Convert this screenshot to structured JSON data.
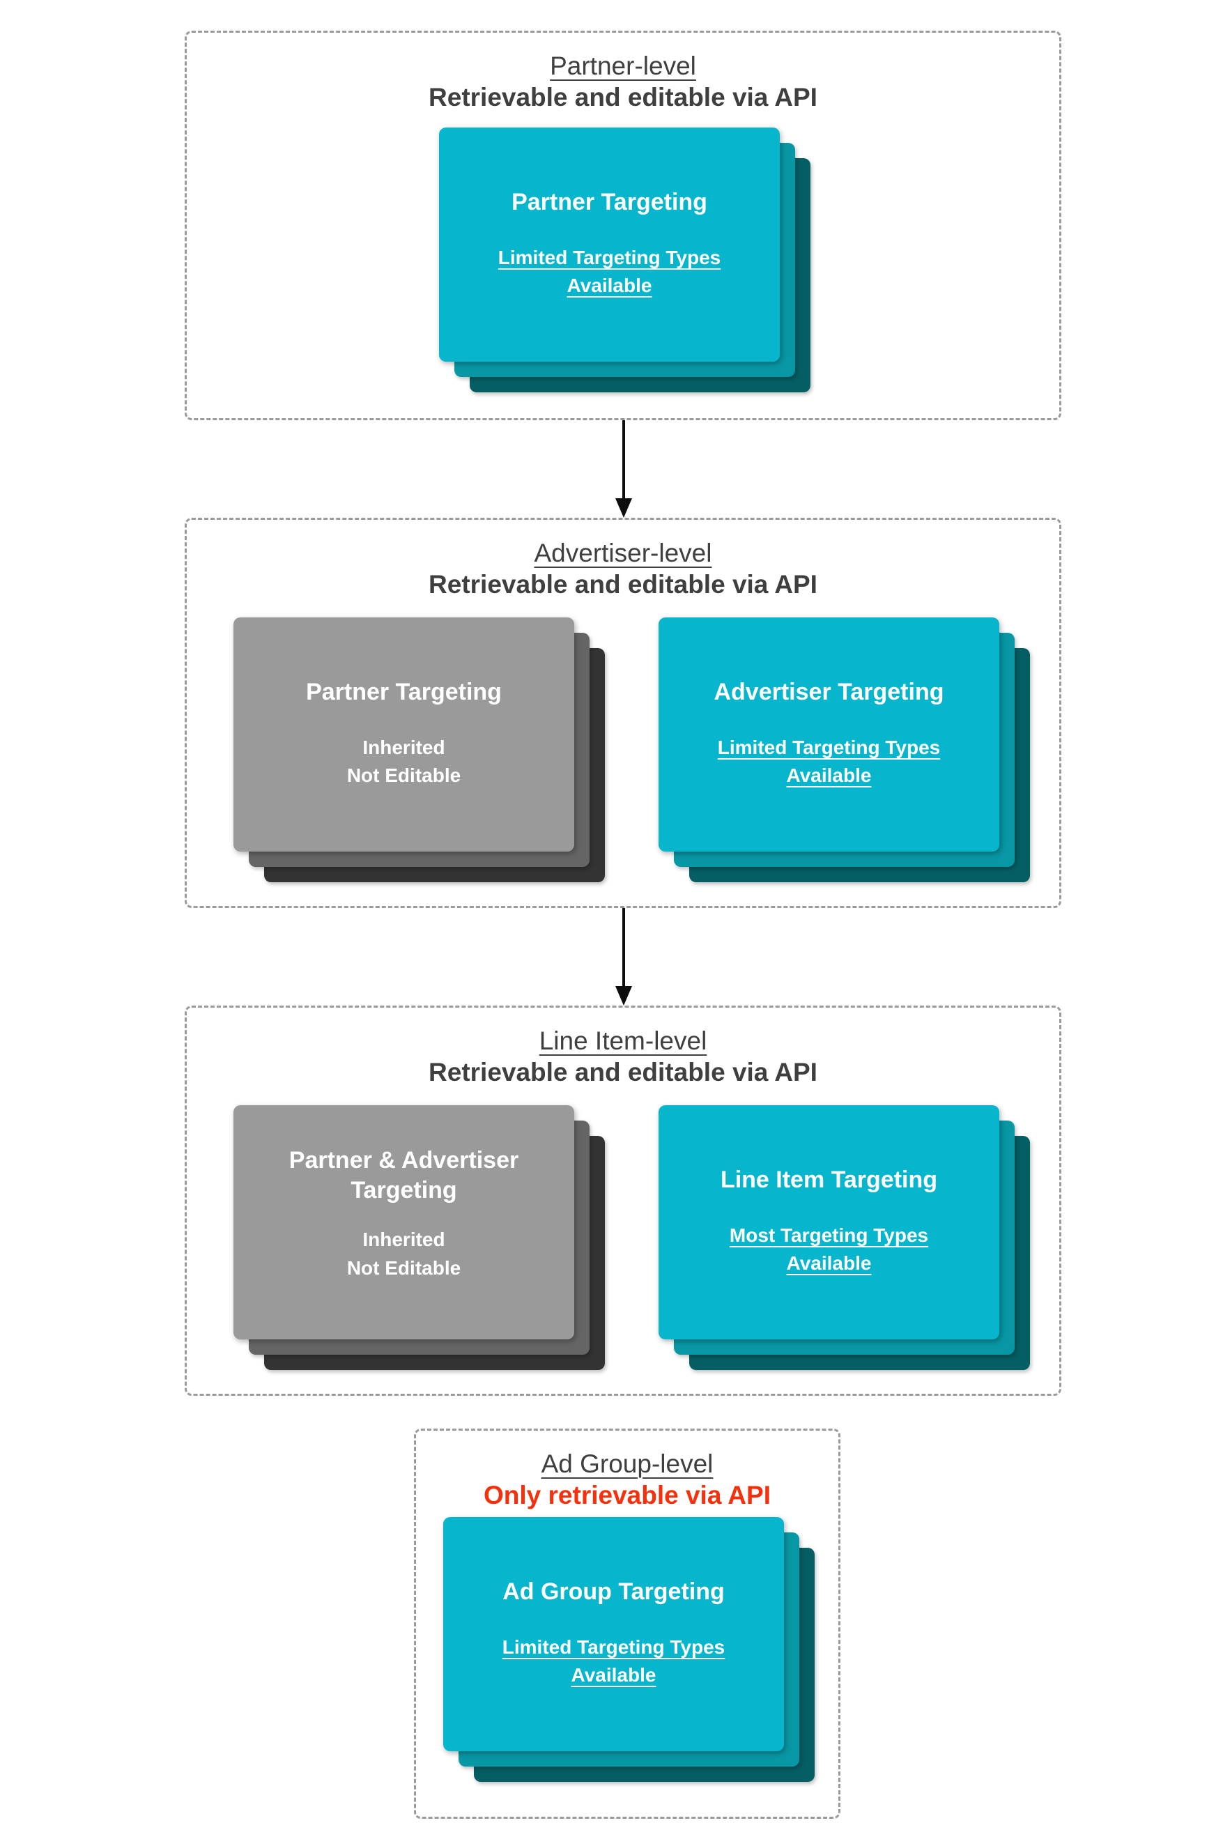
{
  "palette": {
    "teal_front": "#07b6cd",
    "teal_mid": "#0897a4",
    "teal_back": "#055e63",
    "gray_front": "#9a9a9a",
    "gray_mid": "#656565",
    "gray_back": "#333333",
    "heading": "#3f3f3f",
    "red": "#f5310d",
    "border": "#9a9a9a",
    "arrow": "#0d0d0d"
  },
  "sections": [
    {
      "title": "Partner-level",
      "subtitle": "Retrievable and editable via API",
      "cards": [
        {
          "title": "Partner Targeting",
          "body": "Limited Targeting Types\nAvailable"
        }
      ]
    },
    {
      "title": "Advertiser-level",
      "subtitle": "Retrievable and editable via API",
      "cards": [
        {
          "title": "Partner Targeting",
          "body": "Inherited\nNot Editable"
        },
        {
          "title": "Advertiser Targeting",
          "body": "Limited Targeting Types\nAvailable"
        }
      ]
    },
    {
      "title": "Line Item-level",
      "subtitle": "Retrievable and editable via API",
      "cards": [
        {
          "title": "Partner & Advertiser Targeting",
          "body": "Inherited\nNot Editable"
        },
        {
          "title": "Line Item Targeting",
          "body": "Most Targeting Types\nAvailable"
        }
      ]
    },
    {
      "title": "Ad Group-level",
      "subtitle": "Only retrievable via API",
      "cards": [
        {
          "title": "Ad Group Targeting",
          "body": "Limited Targeting Types\nAvailable"
        }
      ]
    }
  ]
}
